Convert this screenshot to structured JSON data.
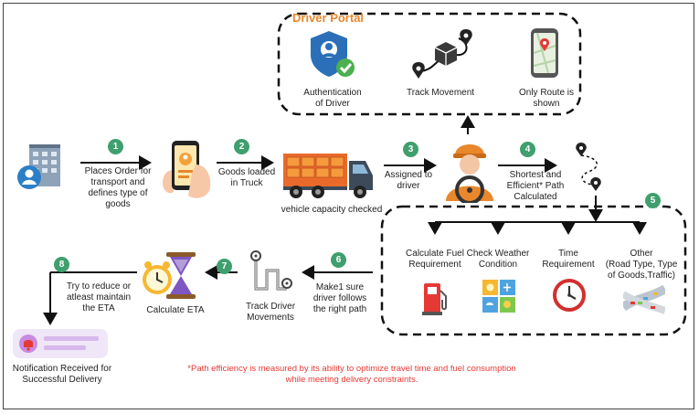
{
  "portal": {
    "title": "Driver Portal",
    "items": [
      {
        "label": "Authentication\nof Driver"
      },
      {
        "label": "Track Movement"
      },
      {
        "label": "Only Route is\nshown"
      }
    ]
  },
  "steps": [
    {
      "num": "1",
      "label": "Places Order for\ntransport and\ndefines type of\ngoods"
    },
    {
      "num": "2",
      "label": "Goods loaded\nin Truck"
    },
    {
      "num": "3",
      "label": "Assigned to\ndriver"
    },
    {
      "num": "4",
      "label": "Shortest and\nEfficient* Path\nCalculated"
    },
    {
      "num": "5"
    },
    {
      "num": "6",
      "label": "Make1 sure\ndriver follows\nthe right path"
    },
    {
      "num": "7",
      "label": "Calculate ETA"
    },
    {
      "num": "8",
      "label": "Try to reduce or\natleast maintain\nthe ETA"
    }
  ],
  "truck_label": "vehicle capacity checked",
  "track_driver_label": "Track Driver\nMovements",
  "notification_label": "Notification Received for\nSuccessful Delivery",
  "factors": [
    {
      "label": "Calculate Fuel\nRequirement"
    },
    {
      "label": "Check Weather\nCondition"
    },
    {
      "label": "Time\nRequirement"
    },
    {
      "label": "Other\n(Road Type, Type\nof Goods,Traffic)"
    }
  ],
  "footnote": "*Path efficiency is measured by its ability to optimize travel time and fuel consumption\nwhile meeting delivery constraints.",
  "colors": {
    "badge": "#3f9f6e",
    "accent": "#e8872b",
    "note": "#e53935"
  }
}
